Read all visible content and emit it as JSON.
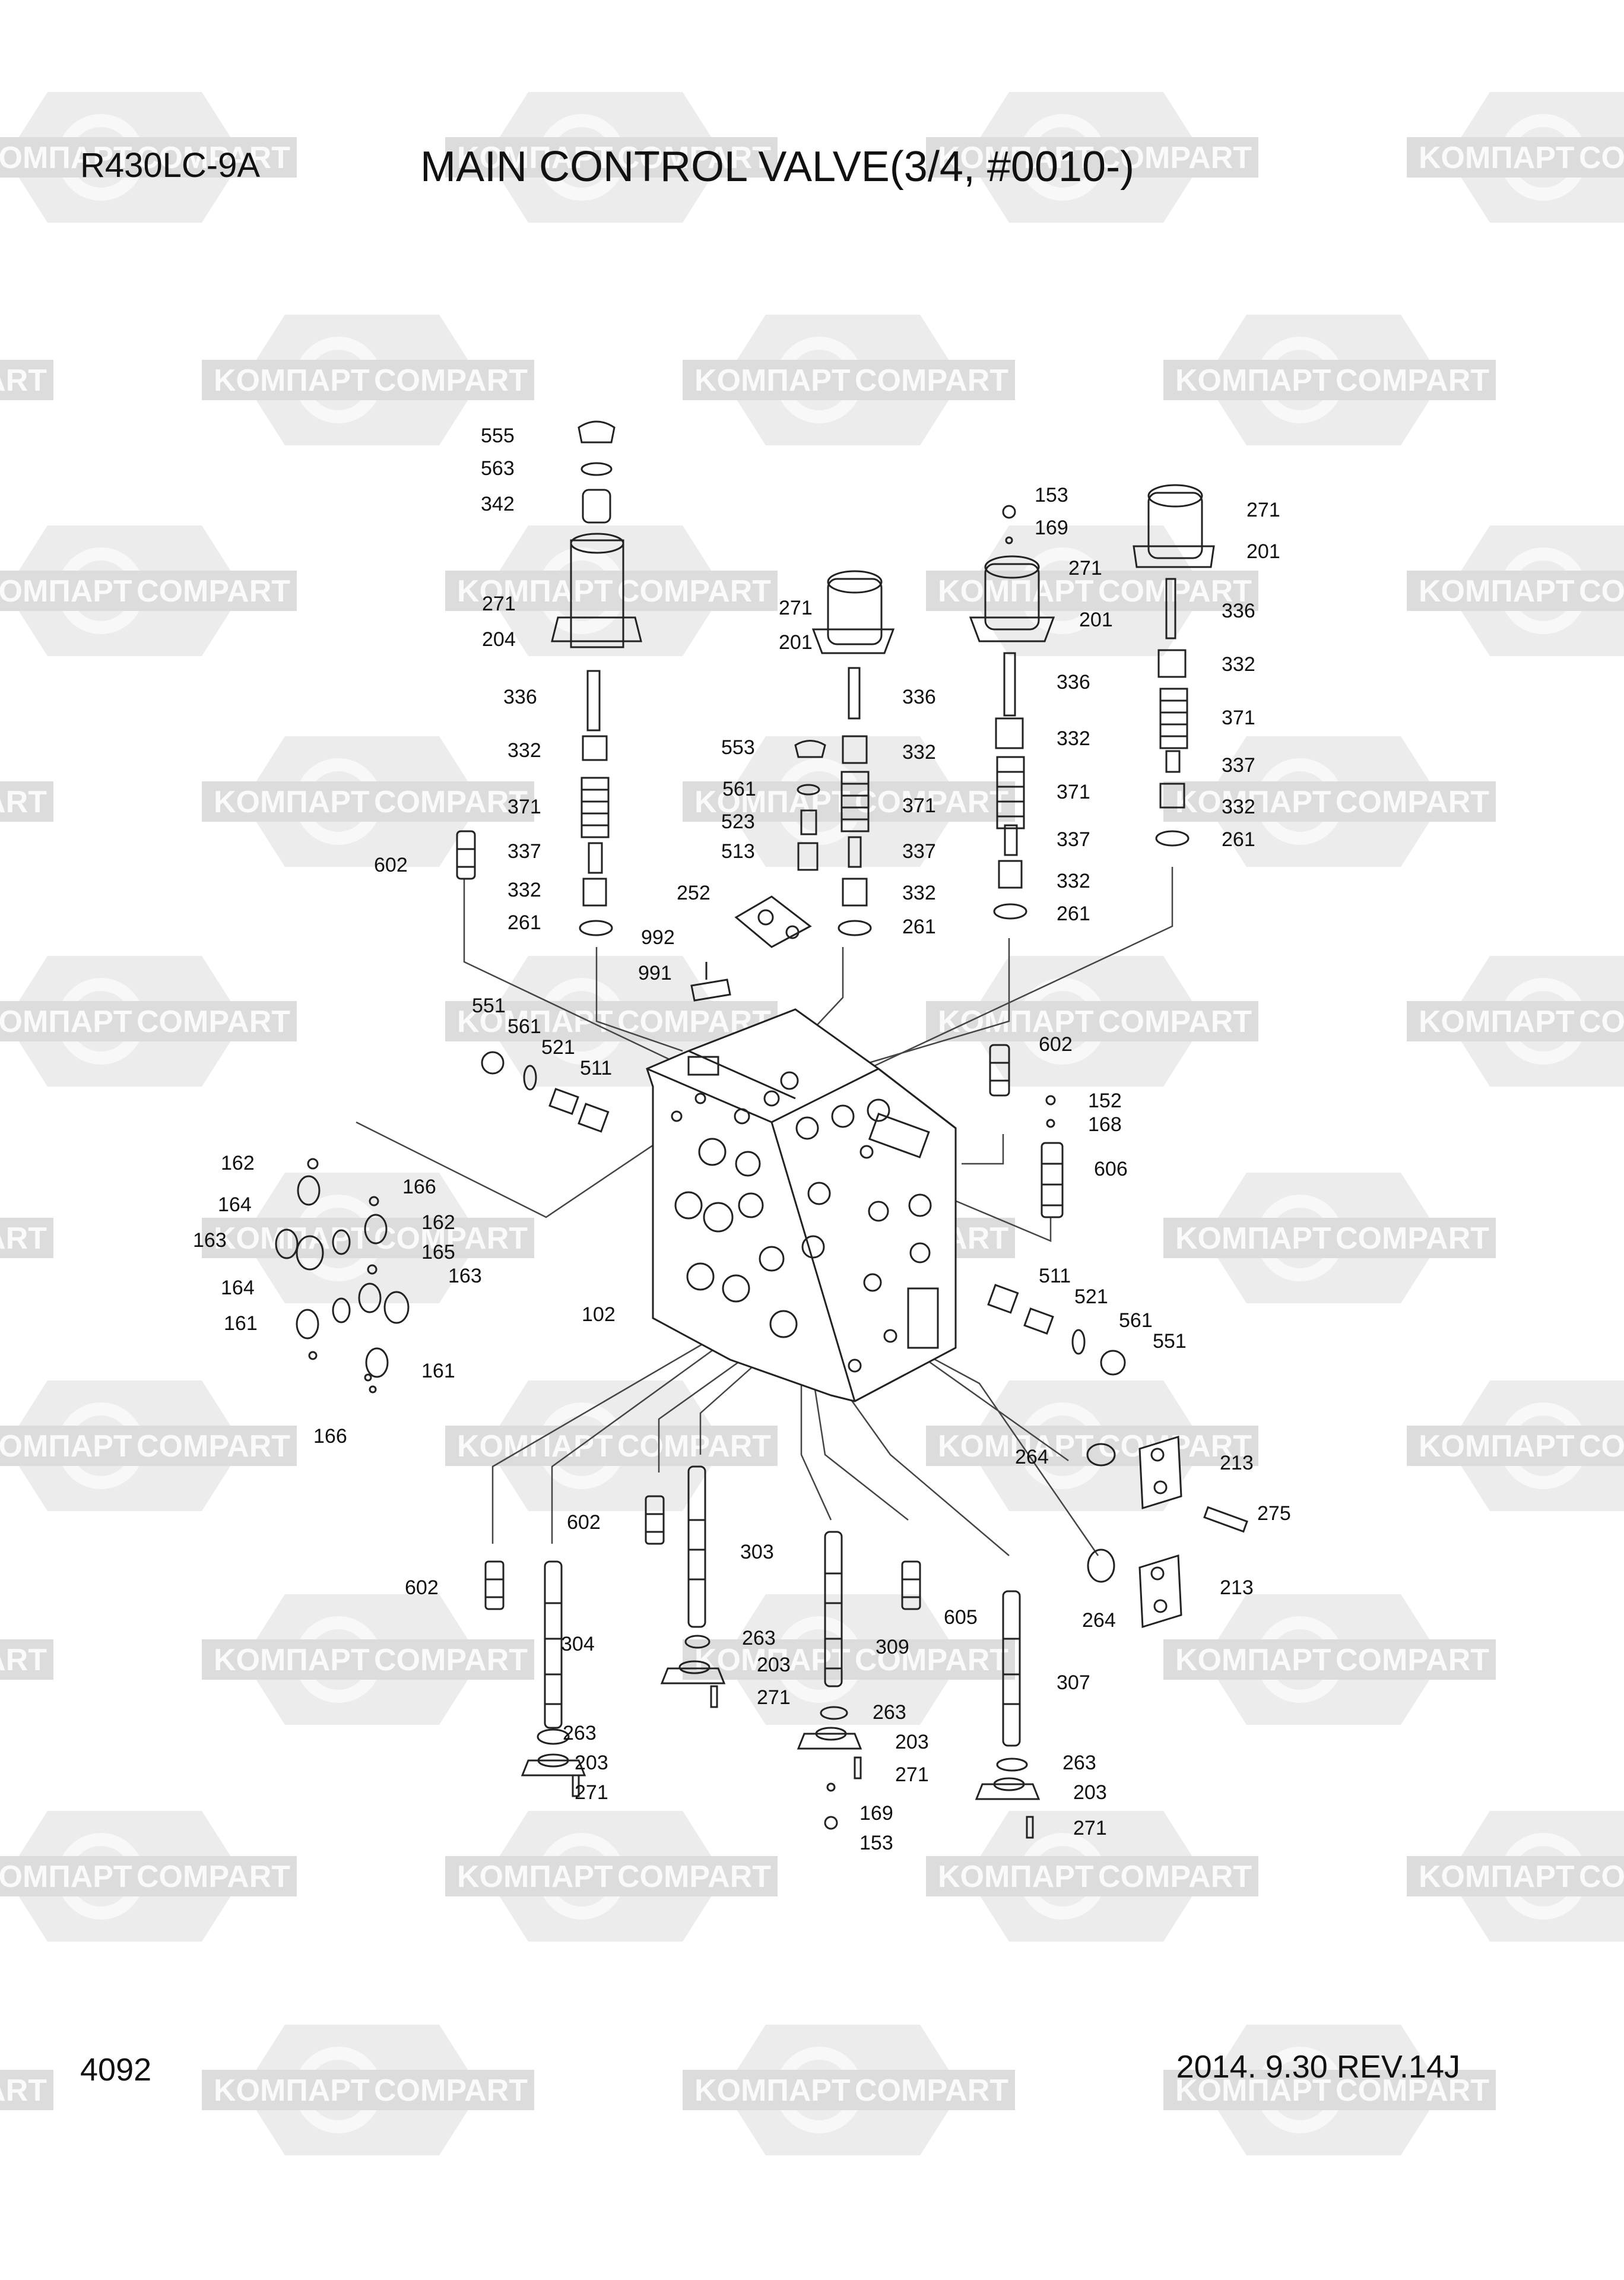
{
  "header": {
    "model": "R430LC-9A",
    "title": "MAIN CONTROL VALVE(3/4, #0010-)"
  },
  "footer": {
    "page_number": "4092",
    "revision": "2014. 9.30  REV.14J"
  },
  "watermark": {
    "texts": [
      "KOMПAPT",
      "COMPART"
    ],
    "color": "#d9d9d9",
    "icon": "compart-logo-icon"
  },
  "callouts": {
    "c555": "555",
    "c563": "563",
    "c342": "342",
    "c271a": "271",
    "c204": "204",
    "c336a": "336",
    "c332a": "332",
    "c371a": "371",
    "c337a": "337",
    "c332b": "332",
    "c261a": "261",
    "c602a": "602",
    "c271b": "271",
    "c201a": "201",
    "c336b": "336",
    "c332c": "332",
    "c371b": "371",
    "c337b": "337",
    "c332d": "332",
    "c261b": "261",
    "c553": "553",
    "c561a": "561",
    "c523": "523",
    "c513": "513",
    "c252": "252",
    "c992": "992",
    "c991": "991",
    "c153a": "153",
    "c169a": "169",
    "c271c": "271",
    "c201b": "201",
    "c336c": "336",
    "c332e": "332",
    "c371c": "371",
    "c337c": "337",
    "c332f": "332",
    "c261c": "261",
    "c271d": "271",
    "c201c": "201",
    "c336d": "336",
    "c332g": "332",
    "c371d": "371",
    "c337d": "337",
    "c332h": "332",
    "c261d": "261",
    "c551a": "551",
    "c561b": "561",
    "c521a": "521",
    "c511a": "511",
    "c602b": "602",
    "c152": "152",
    "c168": "168",
    "c606": "606",
    "c162a": "162",
    "c166a": "166",
    "c164a": "164",
    "c162b": "162",
    "c163a": "163",
    "c165": "165",
    "c164b": "164",
    "c163b": "163",
    "c161a": "161",
    "c161b": "161",
    "c166b": "166",
    "c102": "102",
    "c511b": "511",
    "c521b": "521",
    "c561c": "561",
    "c551b": "551",
    "c264a": "264",
    "c213a": "213",
    "c275": "275",
    "c264b": "264",
    "c213b": "213",
    "c602c": "602",
    "c602d": "602",
    "c303": "303",
    "c304": "304",
    "c263a": "263",
    "c203a": "203",
    "c271e": "271",
    "c309": "309",
    "c605": "605",
    "c263b": "263",
    "c203b": "203",
    "c271f": "271",
    "c169b": "169",
    "c153b": "153",
    "c307": "307",
    "c263c": "263",
    "c203c": "203",
    "c271g": "271",
    "c263d": "263",
    "c203d": "203",
    "c271h": "271"
  }
}
